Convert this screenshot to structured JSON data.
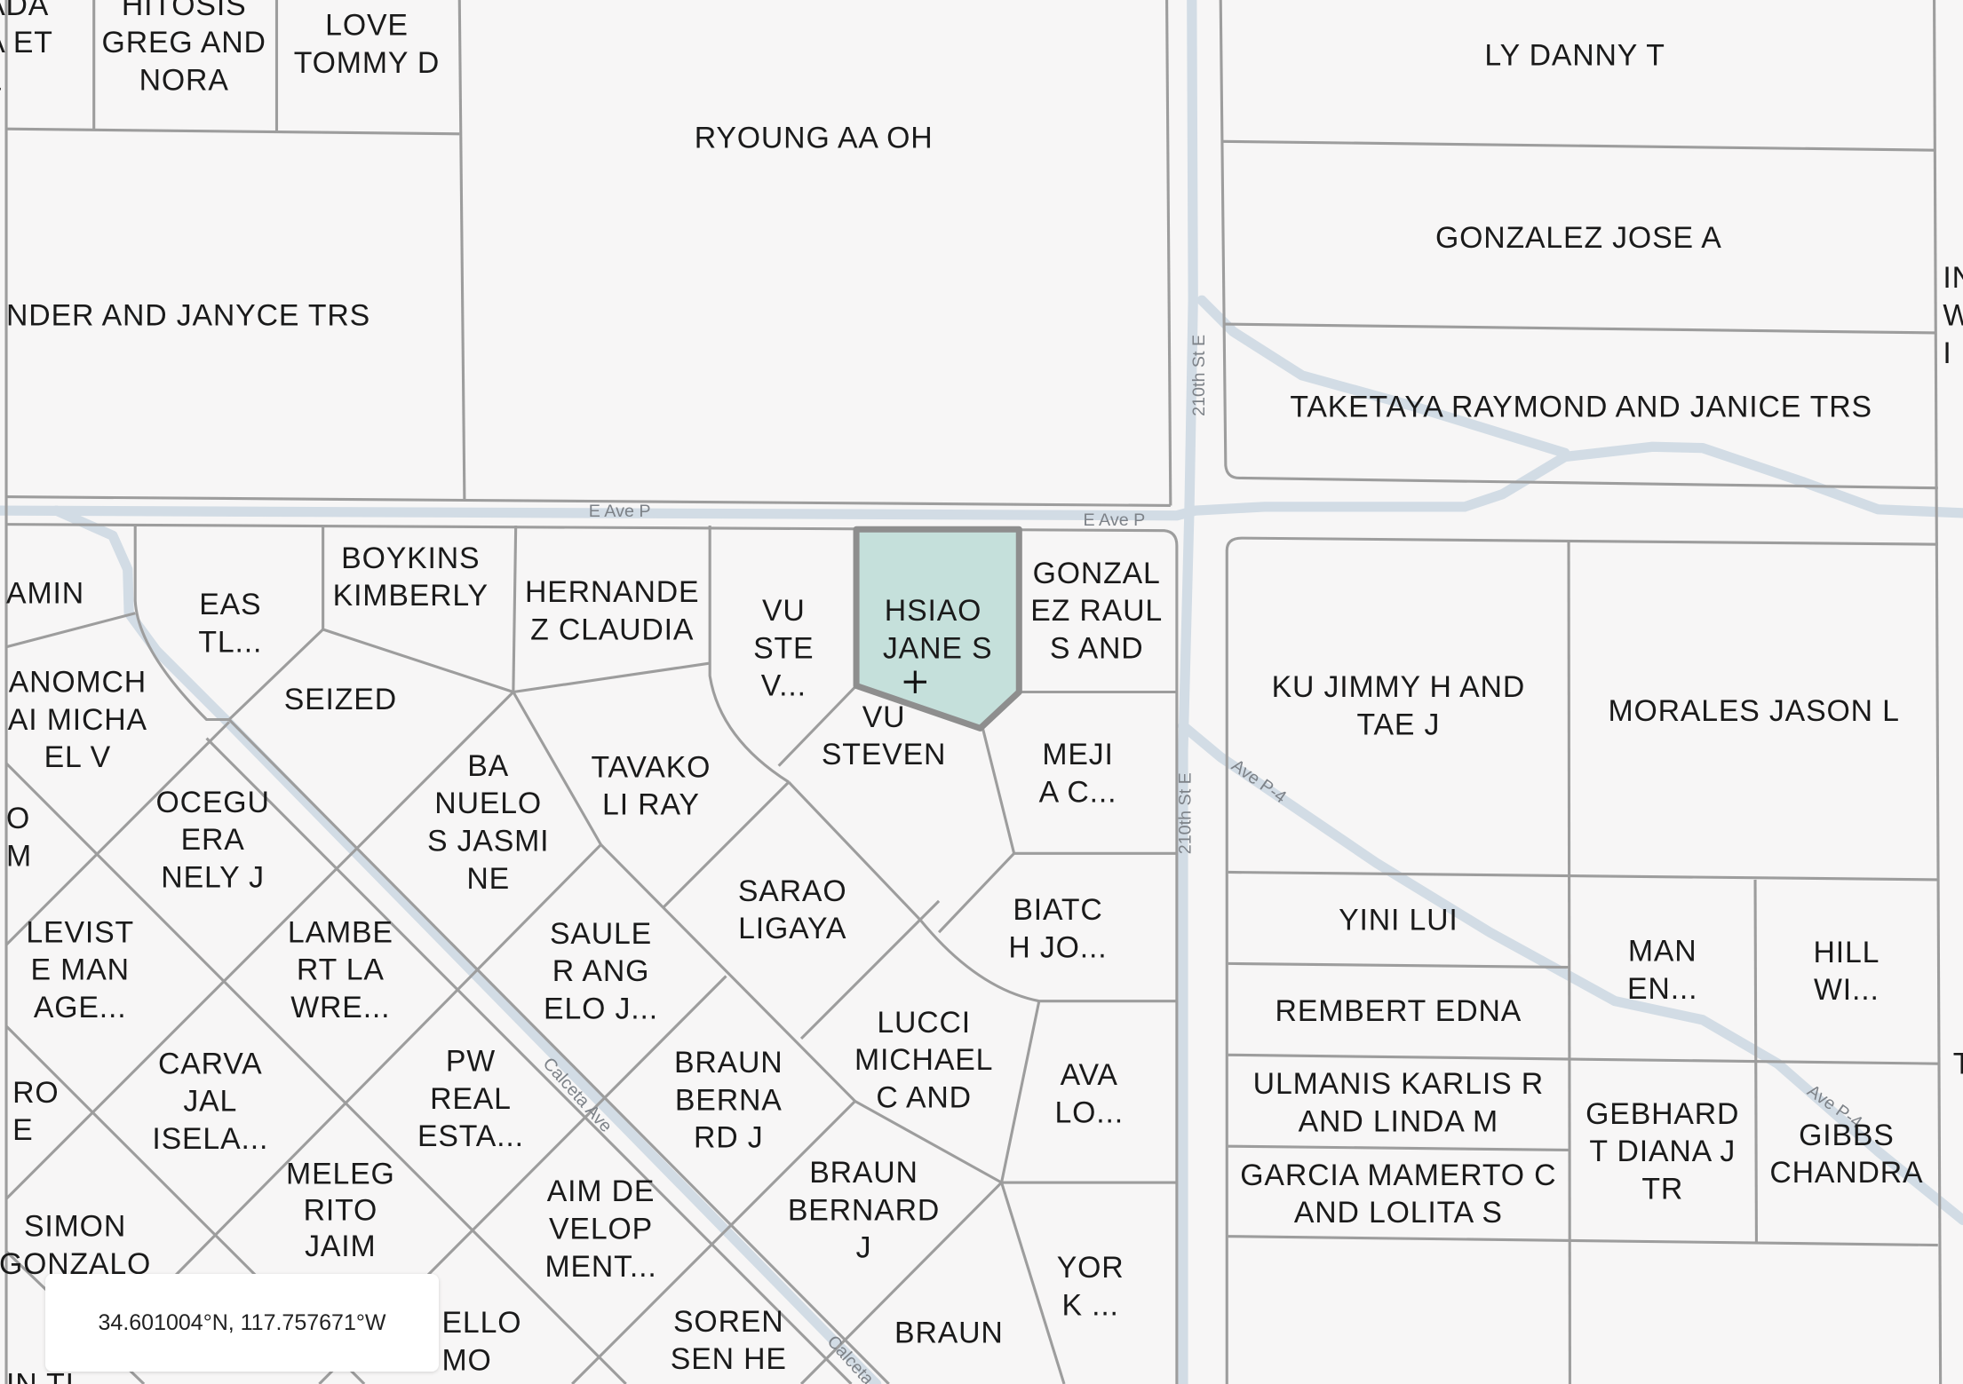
{
  "map": {
    "colors": {
      "background": "#f7f6f6",
      "parcel_line": "#9d9d9d",
      "road": "#d2dce5",
      "selected_fill": "#c5e0db",
      "selected_stroke": "#8e8e8e"
    },
    "road_labels": {
      "e_ave_p_1": "E Ave P",
      "e_ave_p_2": "E Ave P",
      "st210_1": "210th St E",
      "st210_2": "210th St E",
      "ave_p4_1": "Ave P-4",
      "ave_p4_2": "Ave P-4",
      "calceta_1": "Calceta Ave",
      "calceta_2": "Calceta"
    },
    "selected_parcel": {
      "lines": [
        "HSIAO",
        "JANE S"
      ]
    },
    "parcels": [
      {
        "lines": [
          "ADA",
          "A ET",
          "L"
        ]
      },
      {
        "lines": [
          "HITOSIS",
          "GREG AND",
          "NORA"
        ]
      },
      {
        "lines": [
          "LOVE",
          "TOMMY D"
        ]
      },
      {
        "lines": [
          "RYOUNG AA OH"
        ]
      },
      {
        "lines": [
          "NDER AND JANYCE TRS"
        ]
      },
      {
        "lines": [
          "LY DANNY T"
        ]
      },
      {
        "lines": [
          "GONZALEZ JOSE A"
        ]
      },
      {
        "lines": [
          "TAKETAYA RAYMOND AND JANICE TRS"
        ]
      },
      {
        "lines": [
          "IN",
          "W",
          "I"
        ]
      },
      {
        "lines": [
          "AMIN"
        ]
      },
      {
        "lines": [
          "EAS",
          "TL..."
        ]
      },
      {
        "lines": [
          "BOYKINS",
          "KIMBERLY"
        ]
      },
      {
        "lines": [
          "HERNANDE",
          "Z CLAUDIA"
        ]
      },
      {
        "lines": [
          "VU",
          "STE",
          "V..."
        ]
      },
      {
        "lines": [
          "GONZAL",
          "EZ RAUL",
          "S AND"
        ]
      },
      {
        "lines": [
          "ANOMCH",
          "AI  MICHA",
          "EL    V"
        ]
      },
      {
        "lines": [
          "SEIZED"
        ]
      },
      {
        "lines": [
          "VU",
          "STEVEN"
        ]
      },
      {
        "lines": [
          "MEJI",
          "A C..."
        ]
      },
      {
        "lines": [
          "BA",
          "NUELO",
          "S   JASMI",
          "NE"
        ]
      },
      {
        "lines": [
          "TAVAKO",
          "LI RAY"
        ]
      },
      {
        "lines": [
          "OCEGU",
          "ERA",
          "NELY J"
        ]
      },
      {
        "lines": [
          "O",
          "M"
        ]
      },
      {
        "lines": [
          "SARAO",
          "LIGAYA"
        ]
      },
      {
        "lines": [
          "BIATC",
          "H JO..."
        ]
      },
      {
        "lines": [
          "KU JIMMY H AND",
          "TAE J"
        ]
      },
      {
        "lines": [
          "MORALES JASON L"
        ]
      },
      {
        "lines": [
          "YINI LUI"
        ]
      },
      {
        "lines": [
          "LEVIST",
          "E MAN",
          "AGE..."
        ]
      },
      {
        "lines": [
          "LAMBE",
          "RT LA",
          "WRE..."
        ]
      },
      {
        "lines": [
          "SAULE",
          "R ANG",
          "ELO J..."
        ]
      },
      {
        "lines": [
          "MAN",
          "EN..."
        ]
      },
      {
        "lines": [
          "HILL",
          "WI..."
        ]
      },
      {
        "lines": [
          "REMBERT EDNA"
        ]
      },
      {
        "lines": [
          "LUCCI",
          "MICHAEL",
          "C AND"
        ]
      },
      {
        "lines": [
          "CARVA",
          "JAL",
          "ISELA..."
        ]
      },
      {
        "lines": [
          "PW",
          "REAL",
          "ESTA..."
        ]
      },
      {
        "lines": [
          "BRAUN",
          "BERNA",
          "RD J"
        ]
      },
      {
        "lines": [
          "AVA",
          "LO..."
        ]
      },
      {
        "lines": [
          "RO",
          "E"
        ]
      },
      {
        "lines": [
          "ULMANIS KARLIS R",
          "AND LINDA M"
        ]
      },
      {
        "lines": [
          "GEBHARD",
          "T DIANA J",
          "TR"
        ]
      },
      {
        "lines": [
          "GIBBS",
          "CHANDRA"
        ]
      },
      {
        "lines": [
          "T"
        ]
      },
      {
        "lines": [
          "GARCIA MAMERTO C",
          "AND LOLITA S"
        ]
      },
      {
        "lines": [
          "BRAUN",
          "BERNARD",
          "J"
        ]
      },
      {
        "lines": [
          "MELEG",
          "RITO",
          "JAIM"
        ]
      },
      {
        "lines": [
          "SIMON",
          "GONZALO"
        ]
      },
      {
        "lines": [
          "AIM DE",
          "VELOP",
          "MENT..."
        ]
      },
      {
        "lines": [
          "YOR",
          "K ..."
        ]
      },
      {
        "lines": [
          "ELLO",
          "MO"
        ]
      },
      {
        "lines": [
          "SOREN",
          "SEN HE"
        ]
      },
      {
        "lines": [
          "BRAUN"
        ]
      },
      {
        "lines": [
          "IN TI"
        ]
      }
    ]
  },
  "coordinate_readout": "34.601004°N, 117.757671°W"
}
